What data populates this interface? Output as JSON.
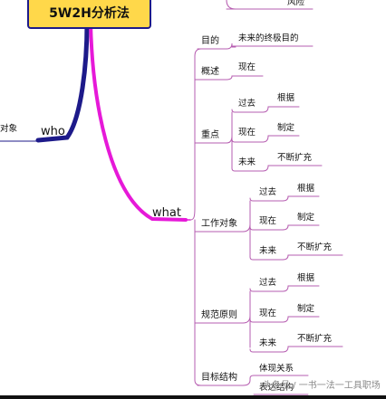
{
  "root": {
    "label": "5W2H分析法"
  },
  "top_right": {
    "label": "风险"
  },
  "left_edge": {
    "label": "对象"
  },
  "who": {
    "label": "who"
  },
  "what": {
    "label": "what"
  },
  "what_children": [
    {
      "label": "目的",
      "children": [
        "未来的终极目的"
      ]
    },
    {
      "label": "概述",
      "children": [
        "现在"
      ]
    },
    {
      "label": "重点",
      "children": [
        {
          "label": "过去",
          "children": [
            "根据"
          ]
        },
        {
          "label": "现在",
          "children": [
            "制定"
          ]
        },
        {
          "label": "未来",
          "children": [
            "不断扩充"
          ]
        }
      ]
    },
    {
      "label": "工作对象",
      "children": [
        {
          "label": "过去",
          "children": [
            "根据"
          ]
        },
        {
          "label": "现在",
          "children": [
            "制定"
          ]
        },
        {
          "label": "未来",
          "children": [
            "不断扩充"
          ]
        }
      ]
    },
    {
      "label": "规范原则",
      "children": [
        {
          "label": "过去",
          "children": [
            "根据"
          ]
        },
        {
          "label": "现在",
          "children": [
            "制定"
          ]
        },
        {
          "label": "未来",
          "children": [
            "不断扩充"
          ]
        }
      ]
    },
    {
      "label": "目标结构",
      "children": [
        "体现关系",
        "表达结构"
      ]
    }
  ],
  "watermark": {
    "text": "头条号 / 一书一法一工具职场"
  },
  "colors": {
    "root_fill": "#ffd84a",
    "root_border": "#1d1a8a",
    "who_branch": "#1d1a8a",
    "what_branch": "#e619d8",
    "node_underline": "#b65cb0"
  }
}
